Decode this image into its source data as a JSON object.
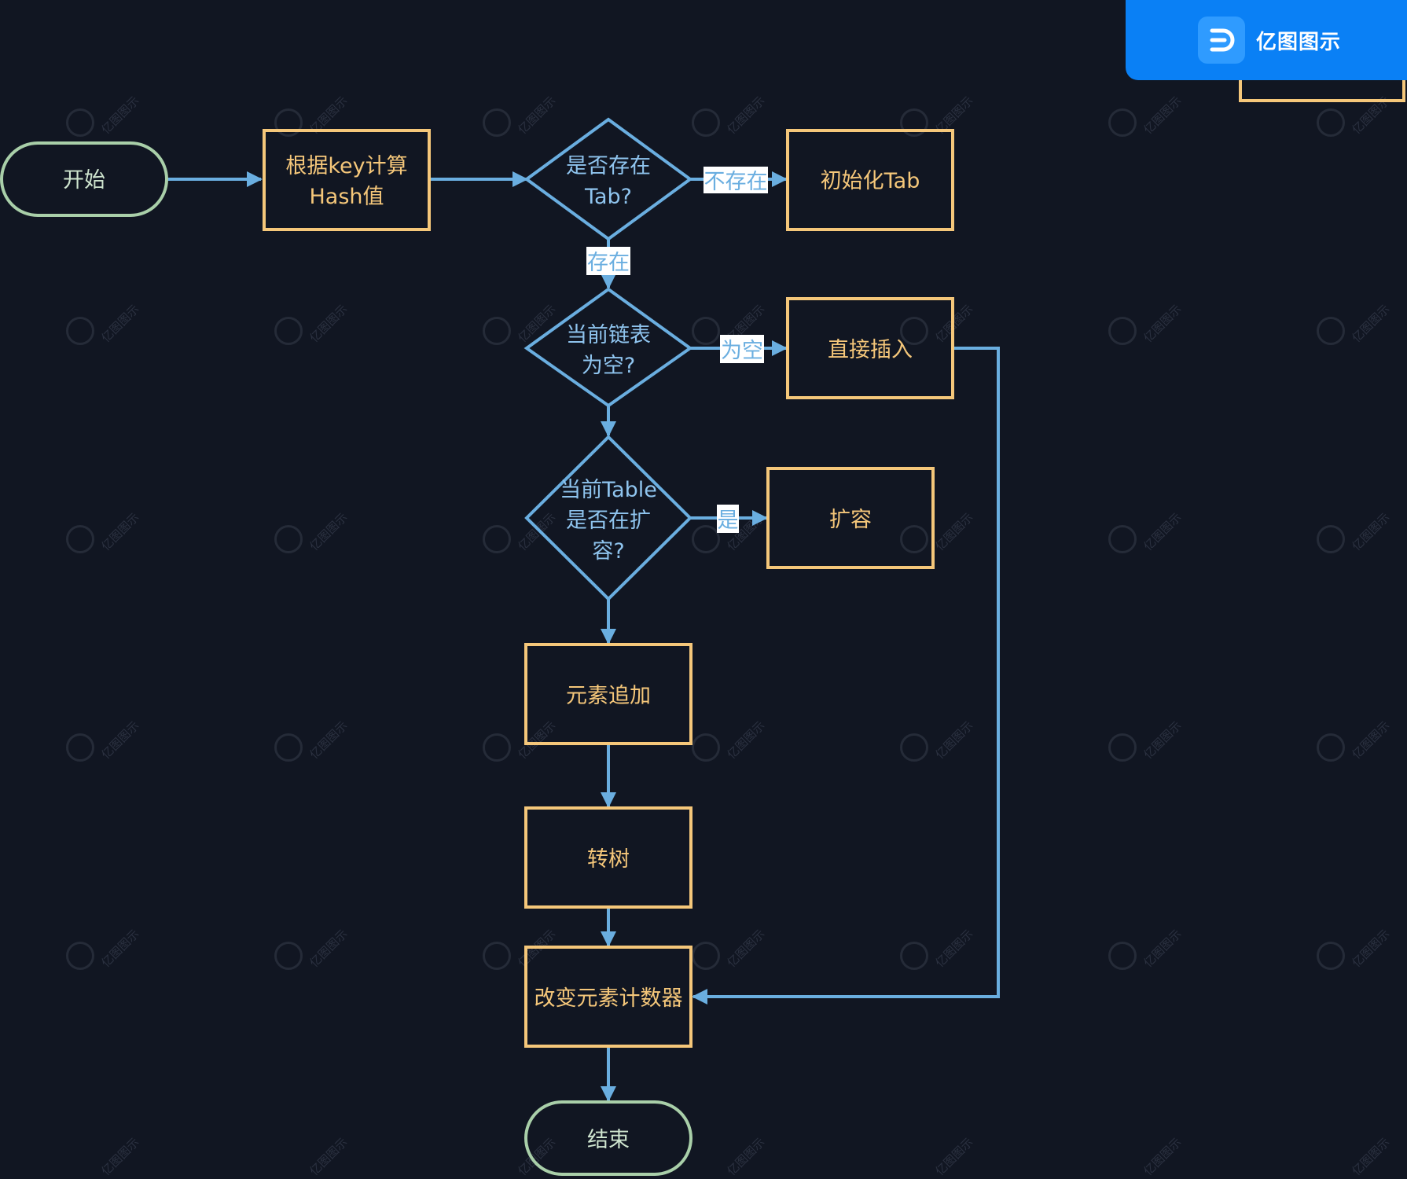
{
  "brand": {
    "name": "亿图图示"
  },
  "watermark": {
    "text": "亿图图示"
  },
  "colors": {
    "background": "#111622",
    "process_border": "#f5c77a",
    "process_text": "#f5c77a",
    "decision_border": "#6aaee0",
    "decision_text": "#8fc4ee",
    "terminal_border": "#a9cfa9",
    "terminal_text": "#cfe5cf",
    "edge": "#6aaee0",
    "edge_label_bg": "#ffffff",
    "edge_label_text": "#6aaee0",
    "brand_bg": "#0a80f5"
  },
  "nodes": {
    "start": {
      "label": "开始"
    },
    "hash": {
      "lines": [
        "根据key计算",
        "Hash值"
      ]
    },
    "exists_tab": {
      "lines": [
        "是否存在",
        "Tab?"
      ]
    },
    "init_tab": {
      "label": "初始化Tab"
    },
    "list_empty": {
      "lines": [
        "当前链表",
        "为空?"
      ]
    },
    "insert_direct": {
      "label": "直接插入"
    },
    "resizing": {
      "lines": [
        "当前Table",
        "是否在扩",
        "容?"
      ]
    },
    "resize": {
      "label": "扩容"
    },
    "append": {
      "label": "元素追加"
    },
    "treeify": {
      "label": "转树"
    },
    "counter": {
      "label": "改变元素计数器"
    },
    "end": {
      "label": "结束"
    }
  },
  "edge_labels": {
    "not_exists": "不存在",
    "exists": "存在",
    "empty": "为空",
    "yes": "是"
  }
}
